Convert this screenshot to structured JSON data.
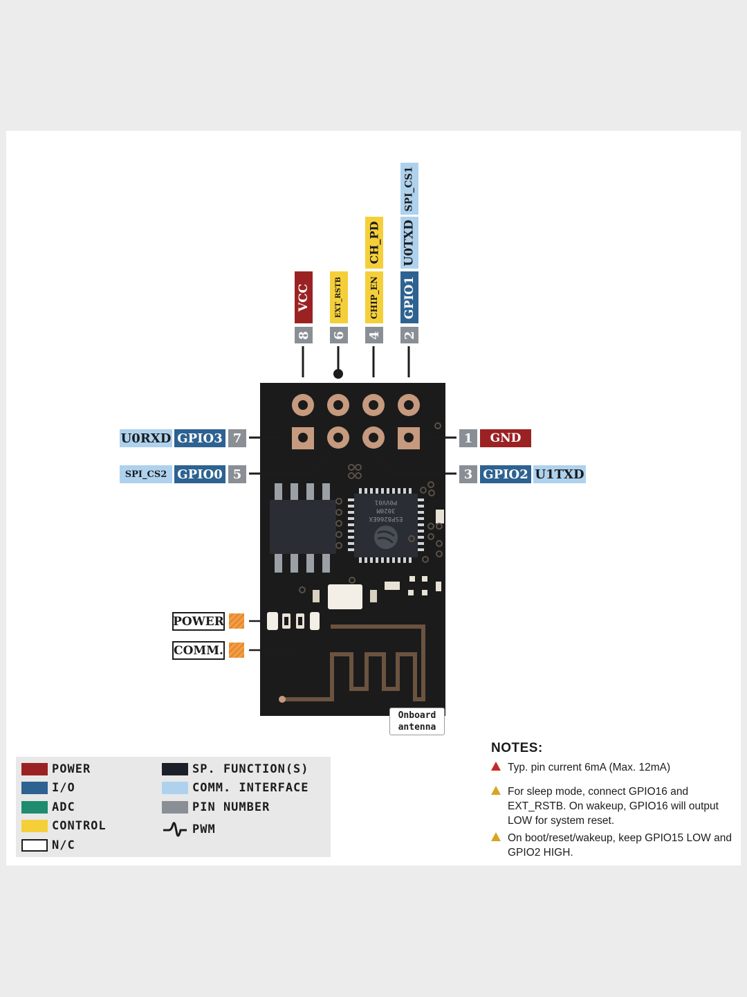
{
  "top_pins": [
    {
      "number": "8",
      "labels": [
        {
          "text": "VCC",
          "type": "power"
        }
      ]
    },
    {
      "number": "6",
      "labels": [
        {
          "text": "EXT_RSTB",
          "type": "control"
        }
      ]
    },
    {
      "number": "4",
      "labels": [
        {
          "text": "CHIP_EN",
          "type": "control"
        },
        {
          "text": "CH_PD",
          "type": "control"
        }
      ]
    },
    {
      "number": "2",
      "labels": [
        {
          "text": "GPIO1",
          "type": "io"
        },
        {
          "text": "U0TXD",
          "type": "comm"
        },
        {
          "text": "SPI_CS1",
          "type": "comm"
        }
      ]
    }
  ],
  "left_pins": [
    {
      "number": "7",
      "labels": [
        {
          "text": "U0RXD",
          "type": "comm"
        },
        {
          "text": "GPIO3",
          "type": "io"
        }
      ]
    },
    {
      "number": "5",
      "labels": [
        {
          "text": "SPI_CS2",
          "type": "comm"
        },
        {
          "text": "GPIO0",
          "type": "io"
        }
      ]
    }
  ],
  "right_pins": [
    {
      "number": "1",
      "labels": [
        {
          "text": "GND",
          "type": "power"
        }
      ]
    },
    {
      "number": "3",
      "labels": [
        {
          "text": "GPIO2",
          "type": "io"
        },
        {
          "text": "U1TXD",
          "type": "comm"
        }
      ]
    }
  ],
  "leds": [
    {
      "label": "POWER"
    },
    {
      "label": "COMM."
    }
  ],
  "antenna_label": [
    "Onboard",
    "antenna"
  ],
  "chip_markings": [
    "ESP8266EX",
    "3020M",
    "P0VV01"
  ],
  "legend": {
    "left": [
      {
        "label": "POWER",
        "color": "#9b2223"
      },
      {
        "label": "I/O",
        "color": "#2d6291"
      },
      {
        "label": "ADC",
        "color": "#1e8c6e"
      },
      {
        "label": "CONTROL",
        "color": "#f5cf3a"
      },
      {
        "label": "N/C",
        "color": "#ffffff"
      }
    ],
    "right": [
      {
        "label": "SP. FUNCTION(S)",
        "color": "#1b1f2a"
      },
      {
        "label": "COMM. INTERFACE",
        "color": "#aed2ee"
      },
      {
        "label": "PIN NUMBER",
        "color": "#8a8f96"
      },
      {
        "label": "PWM",
        "icon": "pwm-wave-icon"
      }
    ]
  },
  "notes": {
    "title": "NOTES:",
    "items": [
      {
        "icon": "warning-red-icon",
        "text": "Typ. pin current 6mA (Max. 12mA)"
      },
      {
        "icon": "warning-yellow-icon",
        "text": "For sleep mode, connect GPIO16 and EXT_RSTB. On wakeup, GPIO16 will output LOW for system reset."
      },
      {
        "icon": "warning-yellow-icon",
        "text": "On boot/reset/wakeup, keep GPIO15 LOW and GPIO2 HIGH."
      }
    ]
  }
}
